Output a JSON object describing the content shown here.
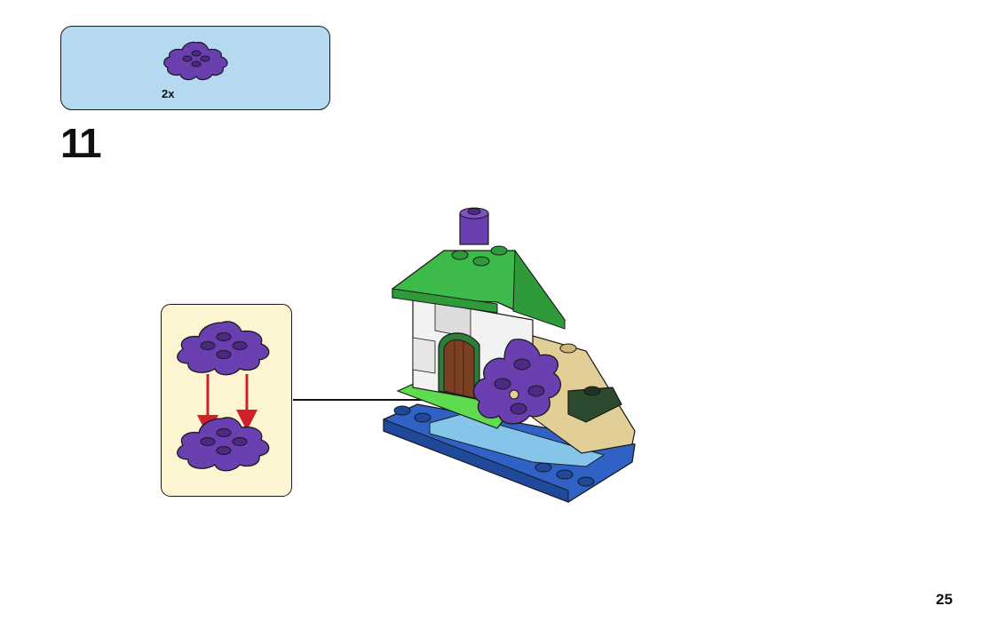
{
  "parts_list": {
    "items": [
      {
        "part": "purple-flower-plate-icon",
        "quantity": "2x"
      }
    ]
  },
  "step": {
    "number": "11"
  },
  "page": {
    "number": "25"
  },
  "colors": {
    "parts_background": "#b5d9f1",
    "callout_background": "#fdf4d2",
    "purple": "#6a3fb0",
    "green": "#3dbb4a",
    "tan": "#e2cf98",
    "blue": "#2f62c4",
    "arrow_red": "#d0202a"
  }
}
